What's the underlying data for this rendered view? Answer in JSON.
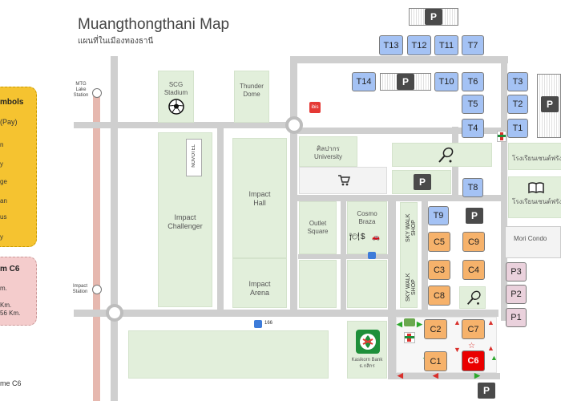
{
  "title": "Muangthongthani Map",
  "subtitle": "แผนที่ในเมืองทองธานี",
  "legend": {
    "symbols_title": "mbols",
    "symbols_lines": [
      "(Pay)",
      "n",
      "y",
      "ge",
      "an",
      "us",
      "y"
    ],
    "c6_title": "m C6",
    "c6_lines": [
      "m.",
      "Km.",
      "56 Km."
    ]
  },
  "bottom_note": "me C6",
  "stations": {
    "mtg_lake": "MTG Lake Station",
    "impact": "Impact Station"
  },
  "places": {
    "scg_stadium": "SCG Stadium",
    "thunder_dome": "Thunder Dome",
    "novotel": "NOVOTEL",
    "impact_challenger": "Impact Challenger",
    "impact_hall": "Impact Hall",
    "impact_arena": "Impact Arena",
    "silpakorn": "ศิลปากร University",
    "outlet_square": "Outlet Square",
    "cosmo_braza": "Cosmo Braza",
    "kasikorn_bank": "Kasikorn Bank ธ.กสิกร",
    "mori_condo": "Mori Condo",
    "school_1": "โรงเรียนเซนต์ฟรัง",
    "school_2": "โรงเรียนเซนต์ฟรัง",
    "skywalk": "SKY WALK SHOP",
    "ibis": "ibis",
    "bus_label": "166"
  },
  "buildings": {
    "t1": "T1",
    "t2": "T2",
    "t3": "T3",
    "t4": "T4",
    "t5": "T5",
    "t6": "T6",
    "t7": "T7",
    "t8": "T8",
    "t9": "T9",
    "t10": "T10",
    "t11": "T11",
    "t12": "T12",
    "t13": "T13",
    "t14": "T14",
    "c1": "C1",
    "c2": "C2",
    "c3": "C3",
    "c4": "C4",
    "c5": "C5",
    "c6": "C6",
    "c7": "C7",
    "c8": "C8",
    "c9": "C9",
    "p1": "P1",
    "p2": "P2",
    "p3": "P3"
  },
  "parking_label": "P",
  "colors": {
    "tower_blue": "#a4c2f4",
    "condo_orange": "#f6b26b",
    "pink_block": "#ead1dc",
    "highlight_red": "#ea0000",
    "park_green": "#e2efdb",
    "road_gray": "#cfcfcf"
  }
}
